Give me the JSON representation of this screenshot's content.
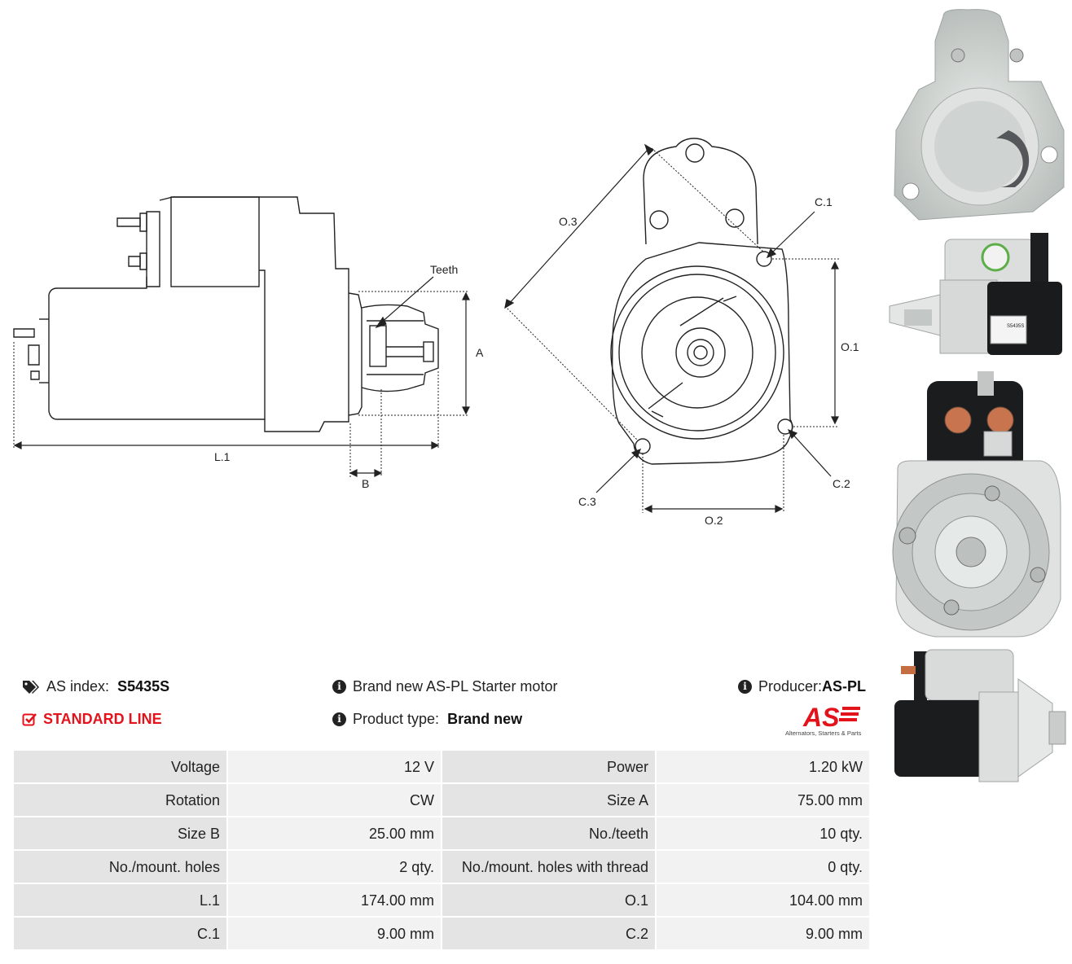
{
  "drawing": {
    "labels": {
      "teeth": "Teeth",
      "a": "A",
      "b": "B",
      "l1": "L.1",
      "o1": "O.1",
      "o2": "O.2",
      "o3": "O.3",
      "c1": "C.1",
      "c2": "C.2",
      "c3": "C.3"
    }
  },
  "info": {
    "as_index_label": "AS index:",
    "as_index_value": "S5435S",
    "line_label": "STANDARD LINE",
    "brand_text": "Brand new AS-PL Starter motor",
    "product_type_label": "Product type:",
    "product_type_value": "Brand new",
    "producer_label": "Producer:",
    "producer_value": "AS-PL",
    "logo_text": "AS",
    "logo_tagline": "Alternators, Starters & Parts"
  },
  "photos": {
    "label_side": "S5435S"
  },
  "specs": [
    [
      {
        "k": "Voltage",
        "v": "12 V"
      },
      {
        "k": "Power",
        "v": "1.20 kW"
      }
    ],
    [
      {
        "k": "Rotation",
        "v": "CW"
      },
      {
        "k": "Size A",
        "v": "75.00 mm"
      }
    ],
    [
      {
        "k": "Size B",
        "v": "25.00 mm"
      },
      {
        "k": "No./teeth",
        "v": "10 qty."
      }
    ],
    [
      {
        "k": "No./mount. holes",
        "v": "2 qty."
      },
      {
        "k": "No./mount. holes with thread",
        "v": "0 qty."
      }
    ],
    [
      {
        "k": "L.1",
        "v": "174.00 mm"
      },
      {
        "k": "O.1",
        "v": "104.00 mm"
      }
    ],
    [
      {
        "k": "C.1",
        "v": "9.00 mm"
      },
      {
        "k": "C.2",
        "v": "9.00 mm"
      }
    ]
  ],
  "colors": {
    "accent_red": "#e3131b",
    "key_cell": "#e4e4e4",
    "value_cell": "#f2f2f2"
  }
}
